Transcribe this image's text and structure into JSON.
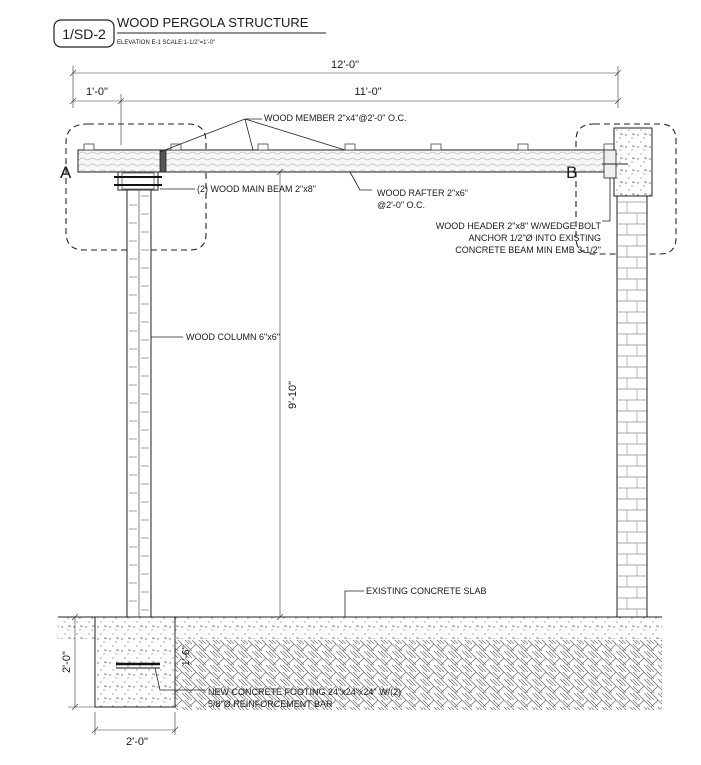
{
  "title_block": {
    "sheet_id": "1/SD-2",
    "title": "WOOD PERGOLA STRUCTURE",
    "subtitle": "ELEVATION E-1   SCALE:1-1/2\"=1'-0\""
  },
  "dimensions": {
    "overall_width": "12'-0\"",
    "left_offset": "1'-0\"",
    "span": "11'-0\"",
    "column_height": "9'-10\"",
    "footing_depth": "2'-0\"",
    "embed_depth": "1'-6\"",
    "footing_width": "2'-0\""
  },
  "section_markers": {
    "a": "A",
    "b": "B"
  },
  "callouts": {
    "wood_member": "WOOD MEMBER 2\"x4\"@2'-0\" O.C.",
    "main_beam": "(2) WOOD MAIN BEAM 2\"x8\"",
    "rafter_line1": "WOOD RAFTER 2\"x6\"",
    "rafter_line2": "@2'-0\" O.C.",
    "header_line1": "WOOD HEADER 2\"x8\" W/WEDGE BOLT",
    "header_line2": "ANCHOR 1/2\"Ø INTO EXISTING",
    "header_line3": "CONCRETE BEAM MIN EMB 3-1/2\"",
    "column": "WOOD COLUMN 6\"x6\"",
    "slab": "EXISTING CONCRETE SLAB",
    "footing_line1": "NEW CONCRETE FOOTING 24\"x24\"x24\" W/(2)",
    "footing_line2": "5/8\"Ø REINFORCEMENT BAR"
  },
  "colors": {
    "line": "#222222",
    "hatch": "#888888"
  }
}
